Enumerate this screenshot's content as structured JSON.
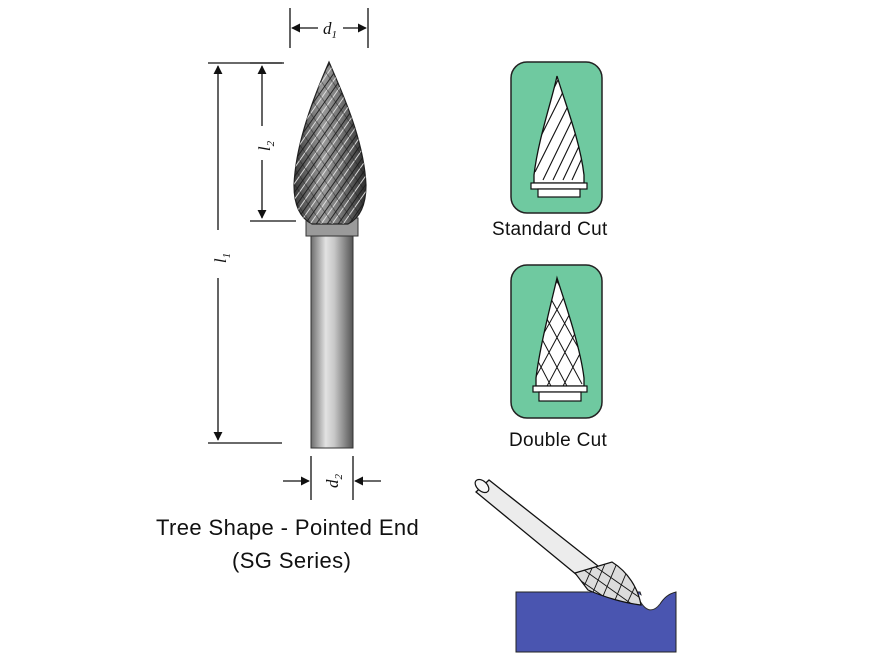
{
  "title": "Tree Shape - Pointed End",
  "series": "(SG Series)",
  "cuts": {
    "standard": "Standard Cut",
    "double": "Double Cut"
  },
  "dimensions": {
    "d1": {
      "main": "d",
      "sub": "1"
    },
    "d2": {
      "main": "d",
      "sub": "2"
    },
    "l1": {
      "main": "l",
      "sub": "1"
    },
    "l2": {
      "main": "l",
      "sub": "2"
    }
  },
  "colors": {
    "tile_green": "#6fc9a0",
    "tile_green_dark": "#4fa982",
    "workpiece_blue": "#4a55b0",
    "line": "#111111"
  },
  "icons": [
    "standard-cut-icon",
    "double-cut-icon",
    "usage-illustration-icon"
  ]
}
